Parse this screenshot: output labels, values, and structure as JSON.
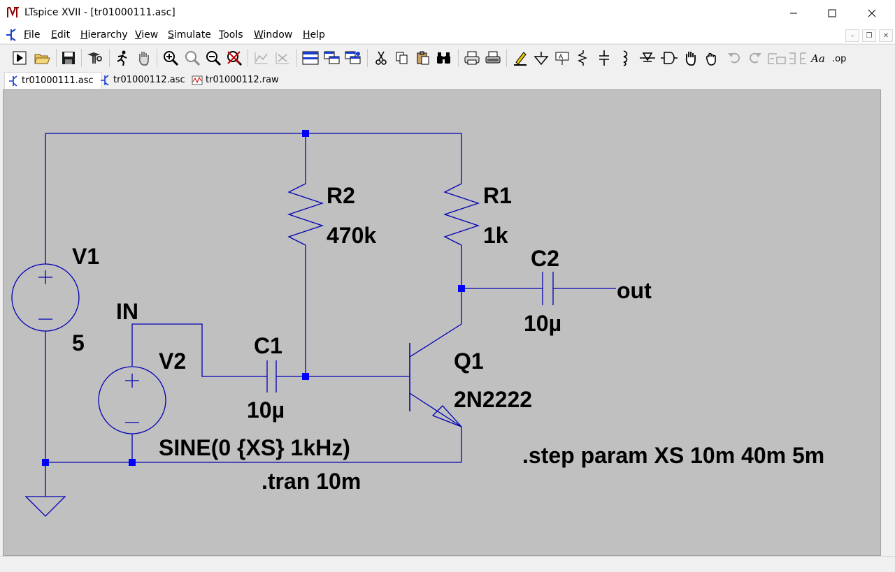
{
  "window": {
    "title": "LTspice XVII - [tr01000111.asc]"
  },
  "menu": {
    "items": [
      {
        "label": "File",
        "ul": "F",
        "rest": "ile"
      },
      {
        "label": "Edit",
        "ul": "E",
        "rest": "dit"
      },
      {
        "label": "Hierarchy",
        "ul": "H",
        "rest": "ierarchy"
      },
      {
        "label": "View",
        "ul": "V",
        "rest": "iew"
      },
      {
        "label": "Simulate",
        "ul": "S",
        "rest": "imulate"
      },
      {
        "label": "Tools",
        "ul": "T",
        "rest": "ools"
      },
      {
        "label": "Window",
        "ul": "W",
        "rest": "indow"
      },
      {
        "label": "Help",
        "ul": "H",
        "rest": "elp"
      }
    ]
  },
  "tabs": [
    {
      "label": "tr01000111.asc",
      "active": true,
      "icon": "schematic-icon"
    },
    {
      "label": "tr01000112.asc",
      "active": false,
      "icon": "schematic-icon"
    },
    {
      "label": "tr01000112.raw",
      "active": false,
      "icon": "waveform-icon"
    }
  ],
  "schematic": {
    "v1": {
      "name": "V1",
      "value": "5"
    },
    "v2": {
      "name": "V2",
      "value": "SINE(0 {XS} 1kHz)"
    },
    "r1": {
      "name": "R1",
      "value": "1k"
    },
    "r2": {
      "name": "R2",
      "value": "470k"
    },
    "c1": {
      "name": "C1",
      "value": "10µ"
    },
    "c2": {
      "name": "C2",
      "value": "10µ"
    },
    "q1": {
      "name": "Q1",
      "value": "2N2222"
    },
    "net_in": "IN",
    "net_out": "out",
    "directive_tran": ".tran 10m",
    "directive_step": ".step param XS 10m 40m 5m"
  },
  "colors": {
    "wire": "#0000b4",
    "canvas": "#c0c0c0",
    "junction": "#0000ff"
  },
  "toolbar": {
    "icons": [
      "run-icon",
      "open-icon",
      "save-icon",
      "control-panel-icon",
      "halt-icon",
      "pan-icon",
      "zoom-in-icon",
      "zoom-rubber-icon",
      "zoom-out-icon",
      "zoom-fit-icon",
      "autorange-icon",
      "tile-icon",
      "tile-h-icon",
      "tile-v-icon",
      "cascade-icon",
      "cut-icon",
      "copy-icon",
      "paste-icon",
      "find-icon",
      "print-icon",
      "print-setup-icon",
      "wire-icon",
      "ground-icon",
      "label-net-icon",
      "resistor-icon",
      "capacitor-icon",
      "inductor-icon",
      "diode-icon",
      "component-icon",
      "move-icon",
      "drag-icon",
      "undo-icon",
      "redo-icon",
      "rotate-icon",
      "mirror-icon",
      "text-icon",
      "spice-directive-icon"
    ]
  }
}
